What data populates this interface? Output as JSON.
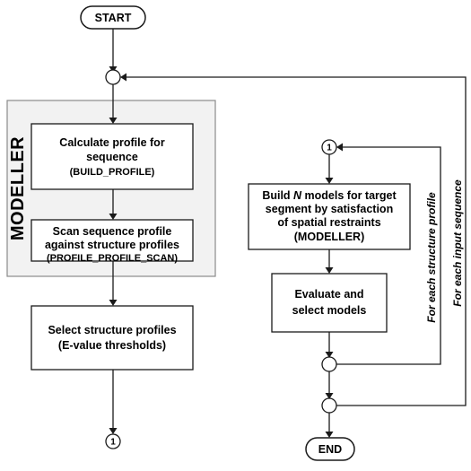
{
  "start": "START",
  "end": "END",
  "group_label": "MODELLER",
  "boxes": {
    "build_profile": {
      "line1": "Calculate profile for",
      "line2": "sequence",
      "line3": "(BUILD_PROFILE)"
    },
    "scan": {
      "line1": "Scan sequence profile",
      "line2": "against structure profiles",
      "line3": "(PROFILE_PROFILE_SCAN)"
    },
    "select": {
      "line1": "Select structure profiles",
      "line2": "(E-value thresholds)"
    },
    "build_models": {
      "line1a": "Build ",
      "line1b": "N",
      "line1c": " models for target",
      "line2": "segment by satisfaction",
      "line3": "of spatial restraints",
      "line4": "(MODELLER)"
    },
    "evaluate": {
      "line1": "Evaluate and",
      "line2": "select models"
    }
  },
  "connector_label": "1",
  "loop_labels": {
    "structure": "For each structure profile",
    "input": "For each input sequence"
  }
}
